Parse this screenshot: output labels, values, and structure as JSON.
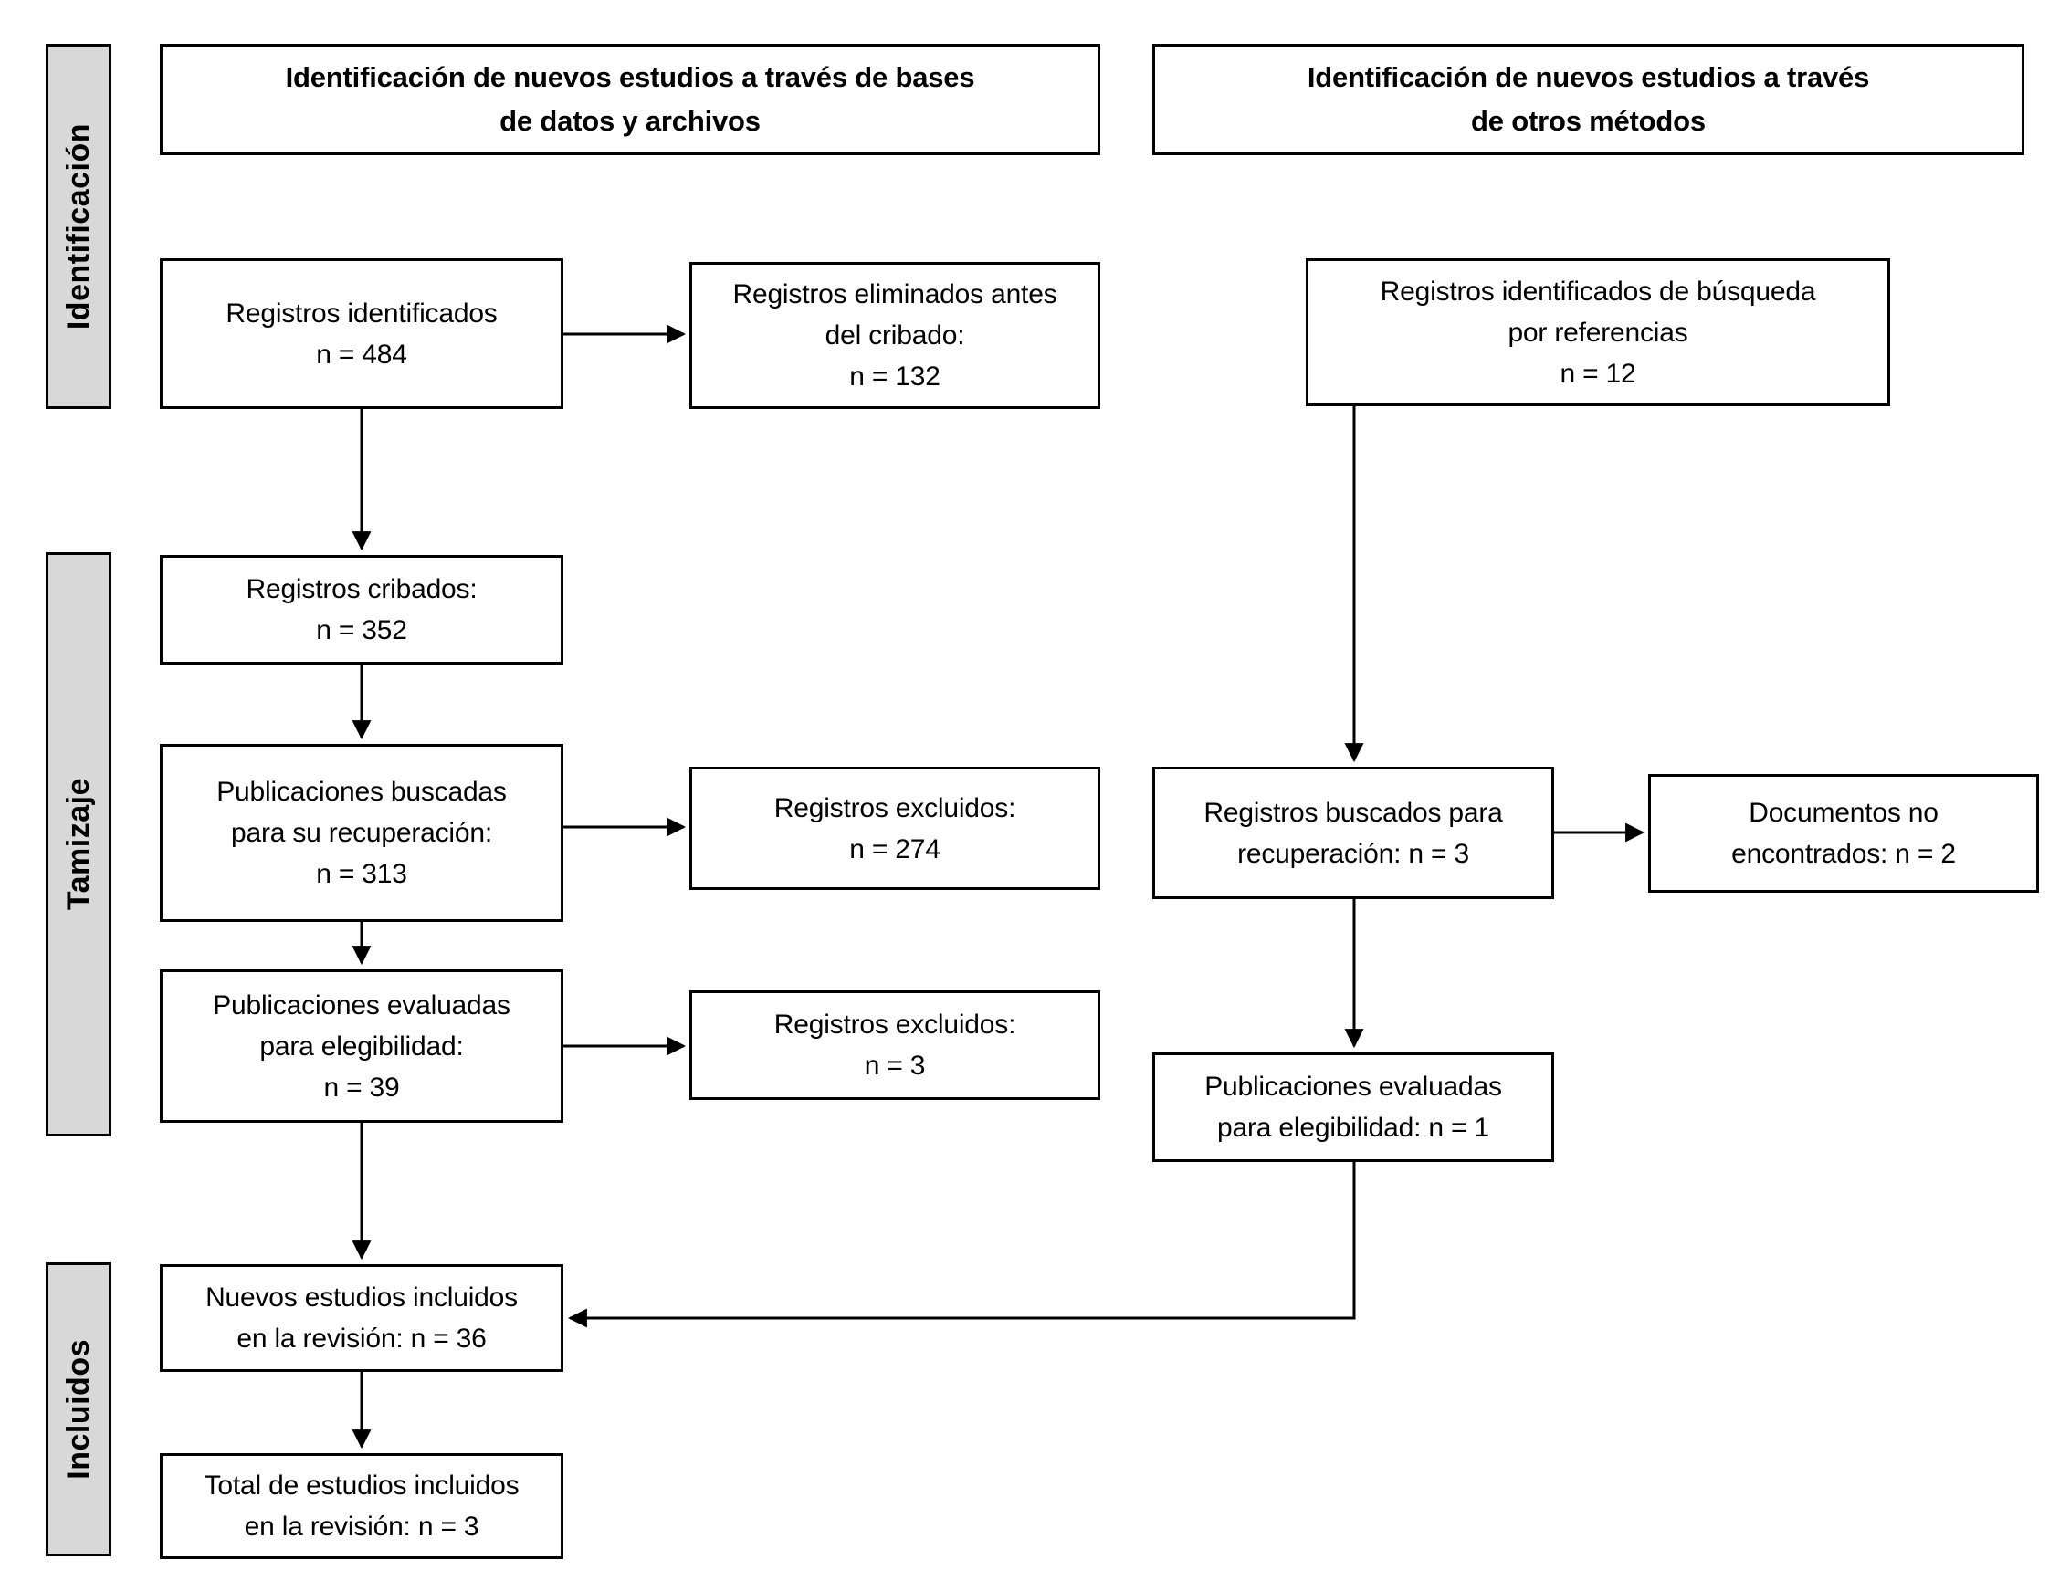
{
  "stages": [
    {
      "label": "Identificación"
    },
    {
      "label": "Tamizaje"
    },
    {
      "label": "Incluidos"
    }
  ],
  "headers": {
    "databases": "Identificación de nuevos estudios a través de bases\nde datos y archivos",
    "other_methods": "Identificación de nuevos estudios a través\nde otros métodos"
  },
  "boxes": {
    "records_identified": "Registros identificados\nn = 484",
    "records_removed_before_screening": "Registros eliminados antes\ndel cribado:\nn = 132",
    "records_screened": "Registros cribados:\nn = 352",
    "publications_sought": "Publicaciones buscadas\npara su recuperación:\nn = 313",
    "records_excluded_screening": "Registros excluidos:\nn = 274",
    "publications_assessed": "Publicaciones evaluadas\npara elegibilidad:\nn = 39",
    "records_excluded_eligibility": "Registros excluidos:\nn = 3",
    "new_studies_included": "Nuevos estudios incluidos\nen la revisión: n = 36",
    "total_studies_included": "Total de estudios incluidos\nen la revisión: n = 3",
    "records_identified_references": "Registros identificados de búsqueda\npor referencias\nn = 12",
    "records_sought_references": "Registros buscados para\nrecuperación: n = 3",
    "documents_not_found": "Documentos no\nencontrados: n = 2",
    "publications_assessed_references": "Publicaciones evaluadas\npara elegibilidad: n = 1"
  },
  "colors": {
    "stage_bar_background": "#d8d8d8",
    "border": "#000000",
    "page_background": "#ffffff",
    "text": "#000000"
  }
}
